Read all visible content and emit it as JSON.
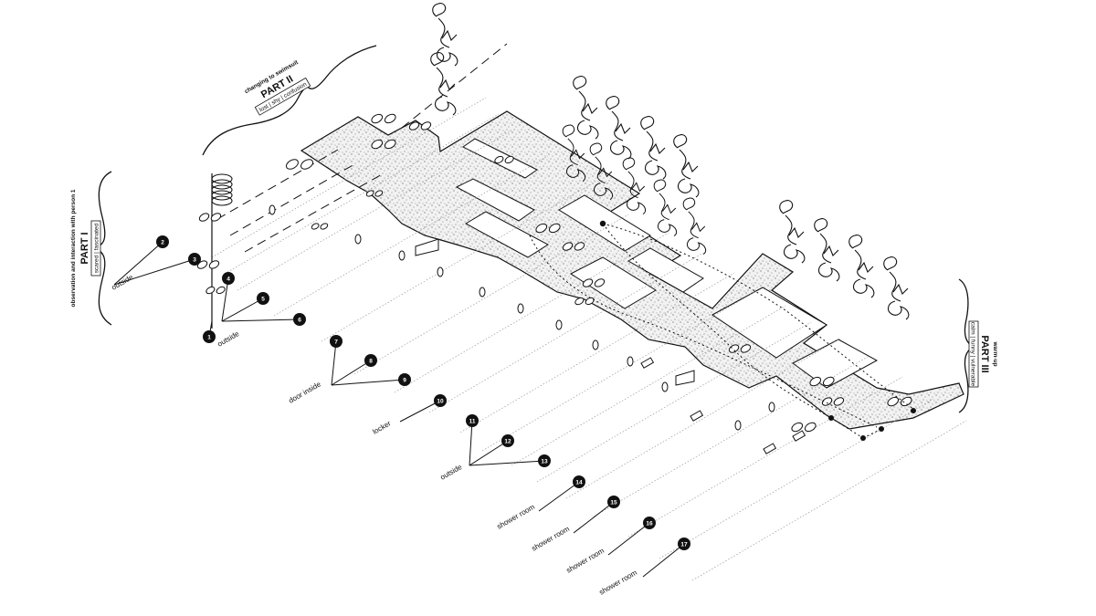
{
  "parts": [
    {
      "title": "PART I",
      "subtitle": "observation and interaction with person 1",
      "moods": "scared | fascinated"
    },
    {
      "title": "PART II",
      "subtitle": "changing to swimsuit",
      "moods": "lost | shy | confusion"
    },
    {
      "title": "PART III",
      "subtitle": "warm-up",
      "moods": "calm | funny | vulnerable"
    }
  ],
  "stations": [
    {
      "num": "1",
      "label": "outside"
    },
    {
      "num": "2",
      "label": ""
    },
    {
      "num": "3",
      "label": "outside"
    },
    {
      "num": "4",
      "label": ""
    },
    {
      "num": "5",
      "label": ""
    },
    {
      "num": "6",
      "label": ""
    },
    {
      "num": "7",
      "label": ""
    },
    {
      "num": "8",
      "label": ""
    },
    {
      "num": "9",
      "label": "door inside"
    },
    {
      "num": "10",
      "label": "locker"
    },
    {
      "num": "11",
      "label": ""
    },
    {
      "num": "12",
      "label": ""
    },
    {
      "num": "13",
      "label": "outside"
    },
    {
      "num": "14",
      "label": "shower room"
    },
    {
      "num": "15",
      "label": "shower room"
    },
    {
      "num": "16",
      "label": "shower room"
    },
    {
      "num": "17",
      "label": "shower room"
    }
  ]
}
